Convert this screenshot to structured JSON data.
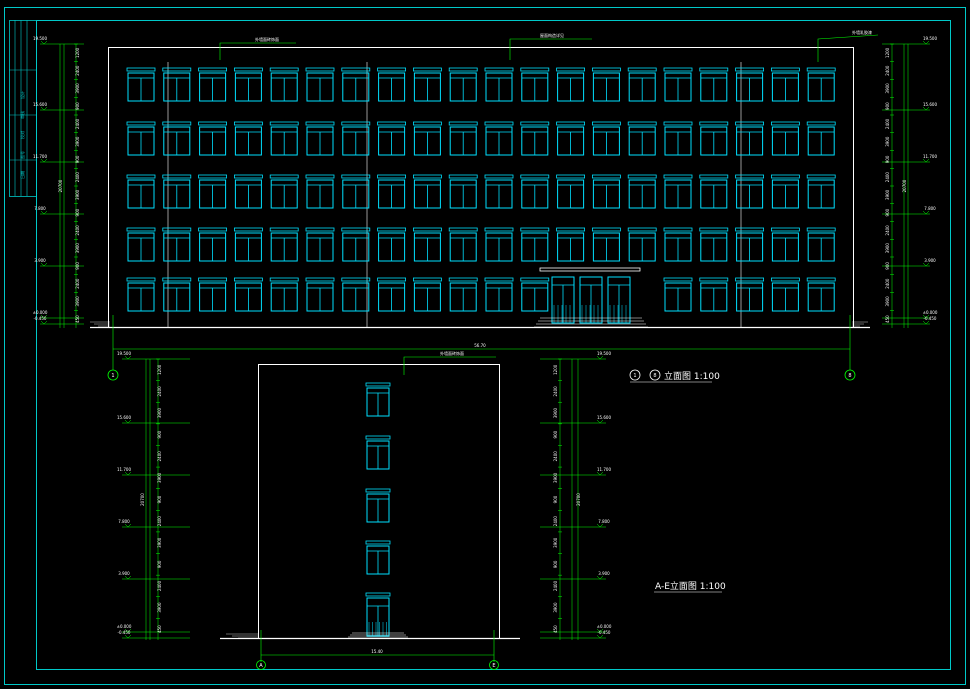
{
  "colors": {
    "background": "#000000",
    "frame": "#00c8c8",
    "window": "#00e0ff",
    "outline": "#ffffff",
    "dimension": "#00ff00",
    "label_line": "#00ff00"
  },
  "title_block": {
    "labels": [
      "设计",
      "审核",
      "校对",
      "图号",
      "日期"
    ]
  },
  "front_elevation": {
    "title_symbol_left": "1",
    "title_symbol_right": "8",
    "title_text": "立面图 1:100",
    "axis_left": "1",
    "axis_right": "8",
    "total_dim": "56.70",
    "notes": [
      "外墙面砖饰面",
      "屋面构造详见",
      "外墙乳胶漆"
    ],
    "left_levels": [
      "19.500",
      "15.600",
      "11.700",
      "7.800",
      "3.900",
      "±0.000",
      "-0.450"
    ],
    "right_levels": [
      "19.500",
      "15.600",
      "11.700",
      "7.800",
      "3.900",
      "±0.000",
      "-0.450"
    ],
    "left_dims": [
      "1200",
      "2400",
      "3900",
      "900",
      "2400",
      "3900",
      "900",
      "2400",
      "3900",
      "900",
      "2400",
      "3900",
      "900",
      "2400",
      "3900",
      "450"
    ],
    "right_dims": [
      "1200",
      "2400",
      "3900",
      "900",
      "2400",
      "3900",
      "900",
      "2400",
      "3900",
      "900",
      "2400",
      "3900",
      "900",
      "2400",
      "3900",
      "450"
    ],
    "total_height": "20700",
    "floors": 5,
    "bays": 20
  },
  "side_elevation": {
    "title_text": "A-E立面图 1:100",
    "axis_left": "A",
    "axis_right": "E",
    "total_dim": "15.40",
    "note": "外墙面砖饰面",
    "left_levels": [
      "19.500",
      "15.600",
      "11.700",
      "7.800",
      "3.900",
      "±0.000",
      "-0.450"
    ],
    "right_levels": [
      "19.500",
      "15.600",
      "11.700",
      "7.800",
      "3.900",
      "±0.000",
      "-0.450"
    ],
    "left_dims": [
      "1200",
      "2400",
      "3900",
      "900",
      "2400",
      "3900",
      "900",
      "2400",
      "3900",
      "900",
      "2400",
      "3900",
      "450"
    ],
    "right_dims": [
      "1200",
      "2400",
      "3900",
      "900",
      "2400",
      "3900",
      "900",
      "2400",
      "3900",
      "900",
      "2400",
      "3900",
      "450"
    ],
    "total_height": "20700",
    "floors": 5
  }
}
